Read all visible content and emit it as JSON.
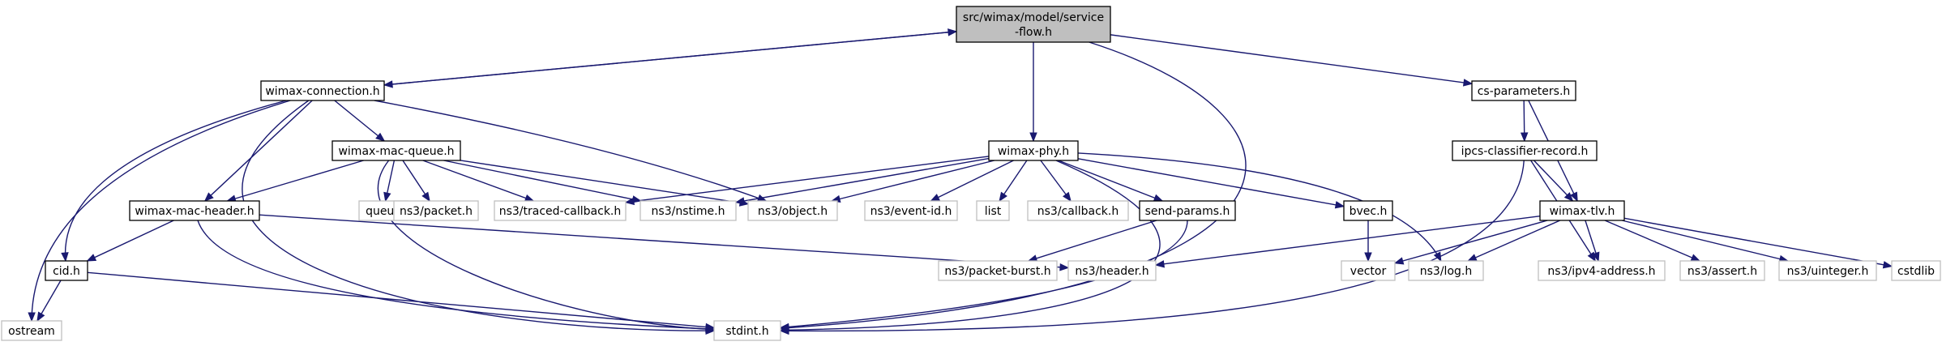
{
  "colors": {
    "edge": "#191970",
    "root_fill": "#bfbfbf",
    "root_stroke": "#000000",
    "local_fill": "#ffffff",
    "local_stroke": "#000000",
    "external_fill": "#ffffff",
    "external_stroke": "#bfbfbf"
  },
  "nodes": [
    {
      "id": "root",
      "lines": [
        "src/wimax/model/service",
        "-flow.h"
      ],
      "kind": "root"
    },
    {
      "id": "wimax_connection",
      "lines": [
        "wimax-connection.h"
      ],
      "kind": "local"
    },
    {
      "id": "cs_parameters",
      "lines": [
        "cs-parameters.h"
      ],
      "kind": "local"
    },
    {
      "id": "wimax_mac_queue",
      "lines": [
        "wimax-mac-queue.h"
      ],
      "kind": "local"
    },
    {
      "id": "wimax_phy",
      "lines": [
        "wimax-phy.h"
      ],
      "kind": "local"
    },
    {
      "id": "ipcs_classifier_record",
      "lines": [
        "ipcs-classifier-record.h"
      ],
      "kind": "local"
    },
    {
      "id": "wimax_mac_header",
      "lines": [
        "wimax-mac-header.h"
      ],
      "kind": "local"
    },
    {
      "id": "queue",
      "lines": [
        "queue"
      ],
      "kind": "external"
    },
    {
      "id": "ns3_packet",
      "lines": [
        "ns3/packet.h"
      ],
      "kind": "external"
    },
    {
      "id": "ns3_traced_callback",
      "lines": [
        "ns3/traced-callback.h"
      ],
      "kind": "external"
    },
    {
      "id": "ns3_nstime",
      "lines": [
        "ns3/nstime.h"
      ],
      "kind": "external"
    },
    {
      "id": "ns3_object",
      "lines": [
        "ns3/object.h"
      ],
      "kind": "external"
    },
    {
      "id": "ns3_event_id",
      "lines": [
        "ns3/event-id.h"
      ],
      "kind": "external"
    },
    {
      "id": "list",
      "lines": [
        "list"
      ],
      "kind": "external"
    },
    {
      "id": "ns3_callback",
      "lines": [
        "ns3/callback.h"
      ],
      "kind": "external"
    },
    {
      "id": "send_params",
      "lines": [
        "send-params.h"
      ],
      "kind": "local"
    },
    {
      "id": "bvec",
      "lines": [
        "bvec.h"
      ],
      "kind": "local"
    },
    {
      "id": "wimax_tlv",
      "lines": [
        "wimax-tlv.h"
      ],
      "kind": "local"
    },
    {
      "id": "cid",
      "lines": [
        "cid.h"
      ],
      "kind": "local"
    },
    {
      "id": "ns3_packet_burst",
      "lines": [
        "ns3/packet-burst.h"
      ],
      "kind": "external"
    },
    {
      "id": "ns3_header",
      "lines": [
        "ns3/header.h"
      ],
      "kind": "external"
    },
    {
      "id": "vector",
      "lines": [
        "vector"
      ],
      "kind": "external"
    },
    {
      "id": "ns3_log",
      "lines": [
        "ns3/log.h"
      ],
      "kind": "external"
    },
    {
      "id": "ns3_ipv4_address",
      "lines": [
        "ns3/ipv4-address.h"
      ],
      "kind": "external"
    },
    {
      "id": "ns3_assert",
      "lines": [
        "ns3/assert.h"
      ],
      "kind": "external"
    },
    {
      "id": "ns3_uinteger",
      "lines": [
        "ns3/uinteger.h"
      ],
      "kind": "external"
    },
    {
      "id": "cstdlib",
      "lines": [
        "cstdlib"
      ],
      "kind": "external"
    },
    {
      "id": "ostream",
      "lines": [
        "ostream"
      ],
      "kind": "external"
    },
    {
      "id": "stdint",
      "lines": [
        "stdint.h"
      ],
      "kind": "external"
    }
  ],
  "edges": [
    {
      "from": "root",
      "to": "wimax_connection"
    },
    {
      "from": "root",
      "to": "cs_parameters"
    },
    {
      "from": "root",
      "to": "wimax_phy"
    },
    {
      "from": "root",
      "to": "stdint"
    },
    {
      "from": "wimax_connection",
      "to": "root"
    },
    {
      "from": "wimax_connection",
      "to": "wimax_mac_queue"
    },
    {
      "from": "wimax_connection",
      "to": "wimax_mac_header"
    },
    {
      "from": "wimax_connection",
      "to": "ns3_object"
    },
    {
      "from": "wimax_connection",
      "to": "cid"
    },
    {
      "from": "wimax_connection",
      "to": "stdint"
    },
    {
      "from": "wimax_connection",
      "to": "ostream"
    },
    {
      "from": "wimax_mac_queue",
      "to": "wimax_mac_header"
    },
    {
      "from": "wimax_mac_queue",
      "to": "queue"
    },
    {
      "from": "wimax_mac_queue",
      "to": "ns3_packet"
    },
    {
      "from": "wimax_mac_queue",
      "to": "ns3_traced_callback"
    },
    {
      "from": "wimax_mac_queue",
      "to": "ns3_nstime"
    },
    {
      "from": "wimax_mac_queue",
      "to": "ns3_object"
    },
    {
      "from": "wimax_mac_queue",
      "to": "stdint"
    },
    {
      "from": "wimax_mac_header",
      "to": "cid"
    },
    {
      "from": "wimax_mac_header",
      "to": "ns3_header"
    },
    {
      "from": "wimax_mac_header",
      "to": "stdint"
    },
    {
      "from": "cid",
      "to": "ostream"
    },
    {
      "from": "cid",
      "to": "stdint"
    },
    {
      "from": "wimax_phy",
      "to": "ns3_traced_callback"
    },
    {
      "from": "wimax_phy",
      "to": "ns3_nstime"
    },
    {
      "from": "wimax_phy",
      "to": "ns3_object"
    },
    {
      "from": "wimax_phy",
      "to": "ns3_event_id"
    },
    {
      "from": "wimax_phy",
      "to": "list"
    },
    {
      "from": "wimax_phy",
      "to": "ns3_callback"
    },
    {
      "from": "wimax_phy",
      "to": "send_params"
    },
    {
      "from": "wimax_phy",
      "to": "bvec"
    },
    {
      "from": "wimax_phy",
      "to": "ns3_log"
    },
    {
      "from": "wimax_phy",
      "to": "stdint"
    },
    {
      "from": "send_params",
      "to": "ns3_packet_burst"
    },
    {
      "from": "send_params",
      "to": "stdint"
    },
    {
      "from": "bvec",
      "to": "vector"
    },
    {
      "from": "cs_parameters",
      "to": "ipcs_classifier_record"
    },
    {
      "from": "cs_parameters",
      "to": "wimax_tlv"
    },
    {
      "from": "ipcs_classifier_record",
      "to": "wimax_tlv"
    },
    {
      "from": "ipcs_classifier_record",
      "to": "ns3_ipv4_address"
    },
    {
      "from": "ipcs_classifier_record",
      "to": "stdint"
    },
    {
      "from": "wimax_tlv",
      "to": "ns3_header"
    },
    {
      "from": "wimax_tlv",
      "to": "vector"
    },
    {
      "from": "wimax_tlv",
      "to": "ns3_log"
    },
    {
      "from": "wimax_tlv",
      "to": "ns3_ipv4_address"
    },
    {
      "from": "wimax_tlv",
      "to": "ns3_assert"
    },
    {
      "from": "wimax_tlv",
      "to": "ns3_uinteger"
    },
    {
      "from": "wimax_tlv",
      "to": "cstdlib"
    }
  ]
}
